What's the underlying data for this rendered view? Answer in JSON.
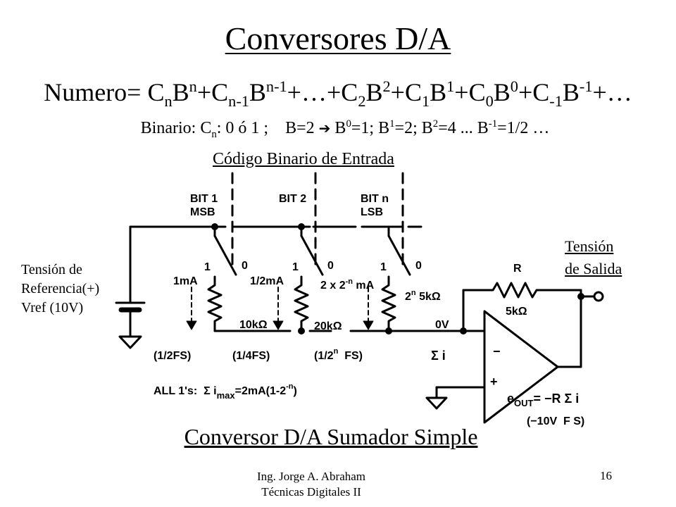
{
  "slide": {
    "title": "Conversores D/A",
    "formula": {
      "lead": "Numero= ",
      "t1_c": "C",
      "t1_cs": "n",
      "t1_b": "B",
      "t1_bp": "n",
      "t2_c": "+C",
      "t2_cs": "n-1",
      "t2_b": "B",
      "t2_bp": "n-1",
      "dots": "+…",
      "t3_c": "+C",
      "t3_cs": "2",
      "t3_b": "B",
      "t3_bp": "2",
      "t4_c": "+C",
      "t4_cs": "1",
      "t4_b": "B",
      "t4_bp": "1",
      "t5_c": "+C",
      "t5_cs": "0",
      "t5_b": "B",
      "t5_bp": "0",
      "t6_c": "+C",
      "t6_cs": "-1",
      "t6_b": "B",
      "t6_bp": "-1",
      "tail": "+…"
    },
    "binary": {
      "lead": "Binario: C",
      "c_sub": "n",
      "values": ": 0 ó 1 ;    B=2 ",
      "arrow": "➔",
      "b0": " B",
      "b0_exp": "0",
      "b0_val": "=1; B",
      "b1_exp": "1",
      "b1_val": "=2; B",
      "b2_exp": "2",
      "b2_val": "=4 ... B",
      "bm1_exp": "-1",
      "bm1_val": "=1/2 …"
    },
    "input_caption": "Código Binario de Entrada",
    "reference_label": {
      "line1": "Tensión de",
      "line2": "Referencia(+)",
      "line3": "Vref (10V)"
    },
    "output_label": {
      "line1": "Tensión",
      "line2": "de Salida"
    },
    "circuit_caption": "Conversor D/A Sumador Simple",
    "footer": {
      "author": "Ing. Jorge A. Abraham",
      "course": "Técnicas Digitales II",
      "page": "16"
    }
  },
  "circuit": {
    "bit1": [
      "BIT 1",
      "MSB"
    ],
    "bit2": "BIT 2",
    "bitn": [
      "BIT n",
      "LSB"
    ],
    "switch_on": "1",
    "switch_off": "0",
    "current1": "1mA",
    "current2": "1/2mA",
    "currentn_a": "2 x 2",
    "currentn_exp": "-n",
    "currentn_b": " mA",
    "r_n_a": "2",
    "r_n_exp": "n",
    "r_n_b": " 5kΩ",
    "r1": "10kΩ",
    "r2": "20kΩ",
    "node_voltage": "0V",
    "frac1": "(1/2FS)",
    "frac2": "(1/4FS)",
    "fracn_a": "(1/2",
    "fracn_exp": "n",
    "fracn_b": "  FS)",
    "sum_current": "Σ i",
    "feedback_r": "R",
    "feedback_val": "5kΩ",
    "all_ones_a": "ALL 1's:  Σ i",
    "all_ones_sub": "max",
    "all_ones_b": "=2mA(1-2",
    "all_ones_exp": "-n",
    "all_ones_c": ")",
    "opamp_minus": "−",
    "opamp_plus": "+",
    "eout_a": "e",
    "eout_sub": "OUT",
    "eout_b": "= −R Σ i",
    "full_scale": "(−10V  F S)"
  }
}
